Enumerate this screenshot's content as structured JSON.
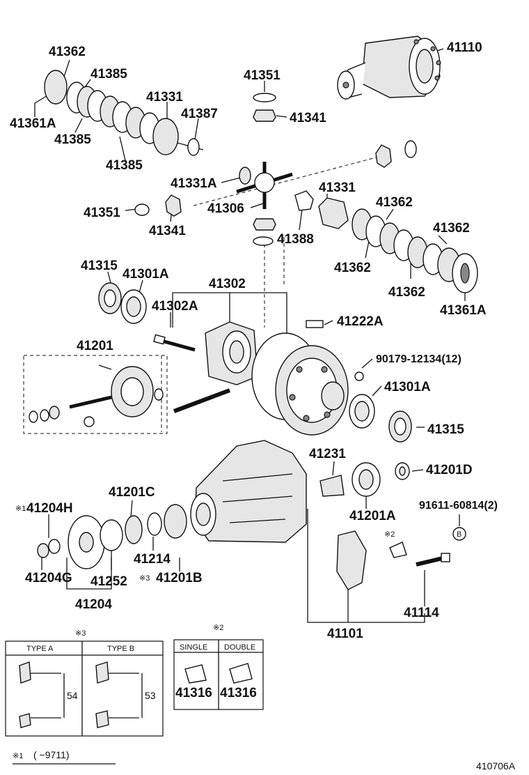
{
  "diagram_id": "410706A",
  "parts": {
    "p41110": "41110",
    "p41362_top": "41362",
    "p41385_a": "41385",
    "p41361A_left": "41361A",
    "p41385_b": "41385",
    "p41385_c": "41385",
    "p41331_top": "41331",
    "p41387": "41387",
    "p41351_top": "41351",
    "p41341_top": "41341",
    "p41331A": "41331A",
    "p41351_mid": "41351",
    "p41306": "41306",
    "p41341_mid": "41341",
    "p41388": "41388",
    "p41331_right": "41331",
    "p41362_r1": "41362",
    "p41362_r2": "41362",
    "p41362_r3": "41362",
    "p41362_r4": "41362",
    "p41361A_right": "41361A",
    "p41315_top": "41315",
    "p41301A_top": "41301A",
    "p41302": "41302",
    "p41302A": "41302A",
    "p41222A": "41222A",
    "p41201": "41201",
    "p90179": "90179-12134(12)",
    "p41301A_mid": "41301A",
    "p41315_mid": "41315",
    "p41231": "41231",
    "p41201D": "41201D",
    "p41201C": "41201C",
    "p41204H": "41204H",
    "p41204H_mark": "※1",
    "p91611": "91611-60814(2)",
    "p_B": "B",
    "p41201A": "41201A",
    "p_mark2": "※2",
    "p41204G": "41204G",
    "p41252": "41252",
    "p41214": "41214",
    "p41201B": "41201B",
    "p41201B_mark": "※3",
    "p41204": "41204",
    "p41114": "41114",
    "p41101": "41101"
  },
  "table3": {
    "mark": "※3",
    "type_a": "TYPE A",
    "type_b": "TYPE B",
    "dim_a": "54",
    "dim_b": "53"
  },
  "table2": {
    "mark": "※2",
    "single": "SINGLE",
    "double": "DOUBLE",
    "part_single": "41316",
    "part_double": "41316"
  },
  "footnote": {
    "mark": "※1",
    "text": "(  −9711)"
  }
}
